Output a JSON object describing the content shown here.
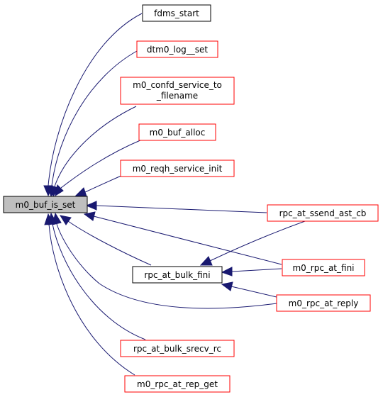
{
  "diagram": {
    "colors": {
      "edge": "#191970",
      "focus_fill": "#bfbfbf",
      "focus_border": "#000000",
      "red_border": "#ff0000",
      "black_border": "#000000",
      "node_fill": "#ffffff"
    },
    "nodes": {
      "m0_buf_is_set": "m0_buf_is_set",
      "fdms_start": "fdms_start",
      "dtm0_log__set": "dtm0_log__set",
      "confd_line1": "m0_confd_service_to",
      "confd_line2": "_filename",
      "m0_buf_alloc": "m0_buf_alloc",
      "m0_reqh_service_init": "m0_reqh_service_init",
      "rpc_at_ssend_ast_cb": "rpc_at_ssend_ast_cb",
      "rpc_at_bulk_fini": "rpc_at_bulk_fini",
      "m0_rpc_at_fini": "m0_rpc_at_fini",
      "m0_rpc_at_reply": "m0_rpc_at_reply",
      "rpc_at_bulk_srecv_rc": "rpc_at_bulk_srecv_rc",
      "m0_rpc_at_rep_get": "m0_rpc_at_rep_get"
    }
  }
}
